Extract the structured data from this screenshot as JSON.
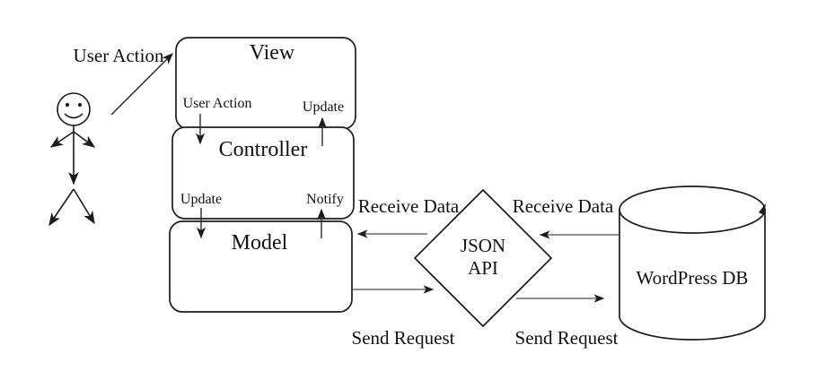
{
  "colors": {
    "background": "#ffffff",
    "ink": "#1c1c1c",
    "connector": "#4d4d4d"
  },
  "nodes": {
    "view": {
      "label": "View"
    },
    "controller": {
      "label": "Controller"
    },
    "model": {
      "label": "Model"
    },
    "json_api": {
      "line1": "JSON",
      "line2": "API"
    },
    "wordpress_db": {
      "label": "WordPress DB"
    }
  },
  "edges": {
    "user_to_view": {
      "label": "User Action"
    },
    "view_to_controller": {
      "label": "User Action"
    },
    "controller_to_view": {
      "label": "Update"
    },
    "controller_to_model": {
      "label": "Update"
    },
    "model_to_controller": {
      "label": "Notify"
    },
    "api_to_model": {
      "label": "Receive Data"
    },
    "model_to_api": {
      "label": "Send Request"
    },
    "db_to_api": {
      "label": "Receive Data"
    },
    "api_to_db": {
      "label": "Send Request"
    }
  }
}
